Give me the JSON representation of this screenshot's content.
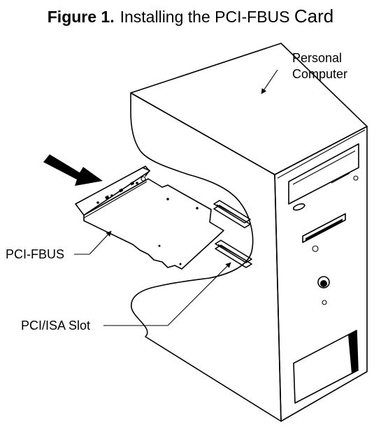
{
  "figure": {
    "number": "Figure 1.",
    "caption_main": "Installing the PCI-FBUS",
    "caption_tail": "Card"
  },
  "labels": {
    "personal_line1": "Personal",
    "personal_line2": "Computer",
    "card": "PCI-FBUS",
    "slot": "PCI/ISA Slot"
  }
}
